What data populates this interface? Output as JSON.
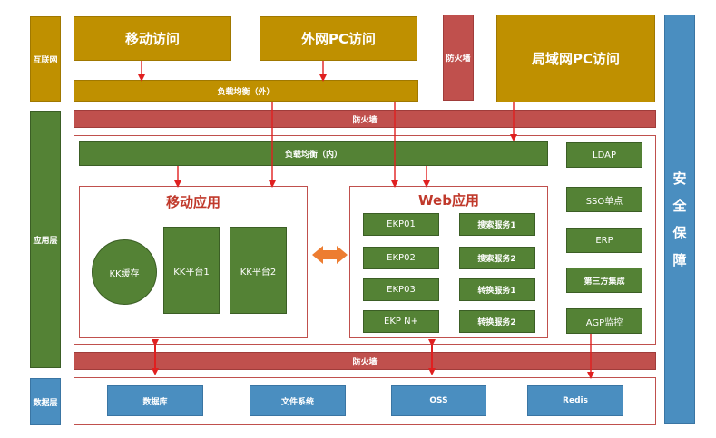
{
  "layers": {
    "internet": "互联网",
    "application": "应用层",
    "data": "数据层"
  },
  "security": "安全保障",
  "access": {
    "mobile": "移动访问",
    "external_pc": "外网PC访问",
    "lan_pc": "局域网PC访问"
  },
  "firewall": "防火墙",
  "lb_external": "负载均衡（外）",
  "lb_internal": "负载均衡（内）",
  "mobile_app": {
    "title": "移动应用",
    "cache": "KK缓存",
    "platform1": "KK平台1",
    "platform2": "KK平台2"
  },
  "web_app": {
    "title": "Web应用",
    "ekp": [
      "EKP01",
      "EKP02",
      "EKP03",
      "EKP N+"
    ],
    "services": [
      "搜索服务1",
      "搜索服务2",
      "转换服务1",
      "转换服务2"
    ]
  },
  "side_services": [
    "LDAP",
    "SSO单点",
    "ERP",
    "第三方集成",
    "AGP监控"
  ],
  "data_layer": [
    "数据库",
    "文件系统",
    "OSS",
    "Redis"
  ],
  "colors": {
    "gold": "#bf9000",
    "green": "#548235",
    "red": "#c0504d",
    "blue": "#4a8ec0",
    "orange": "#ed7d31"
  }
}
